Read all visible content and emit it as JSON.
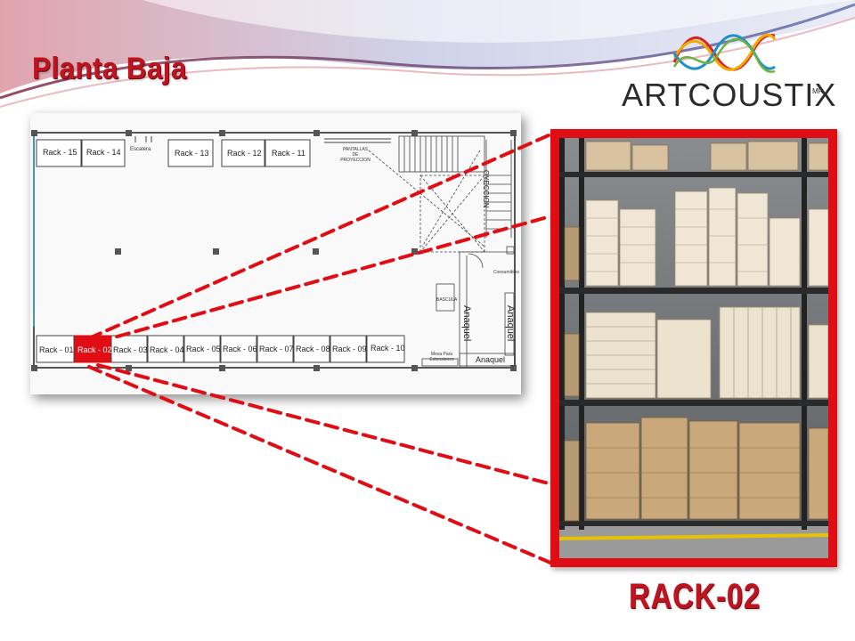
{
  "slide": {
    "title": "Planta Baja",
    "caption": "RACK-02"
  },
  "brand": {
    "name": "ARTCOUSTIX",
    "mark": "MR"
  },
  "floor_plan": {
    "top_racks": [
      "Rack - 15",
      "Rack - 14",
      "Rack - 13",
      "Rack - 12",
      "Rack - 11"
    ],
    "bottom_racks": [
      "Rack - 01",
      "Rack - 02",
      "Rack - 03",
      "Rack - 04",
      "Rack - 05",
      "Rack - 06",
      "Rack - 07",
      "Rack - 08",
      "Rack - 09",
      "Rack - 10"
    ],
    "selected_rack": "Rack - 02",
    "escalera": "Escalera",
    "pantallas_line1": "PANTALLAS",
    "pantallas_line2": "DE",
    "pantallas_line3": "PROYECCION",
    "proyeccion_vertical": "OYECCION",
    "anaquel_vertical_1": "Anaquel",
    "anaquel_vertical_2": "Anaquel",
    "anaquel_bottom": "Anaquel",
    "bascula": "BASCULA",
    "consumibles": "Consumibles",
    "mesa": "Mesa Para Extensiones"
  },
  "colors": {
    "accent_red": "#c1121f",
    "callout_red": "#e10d14",
    "brand_text": "#2b2b2b"
  }
}
